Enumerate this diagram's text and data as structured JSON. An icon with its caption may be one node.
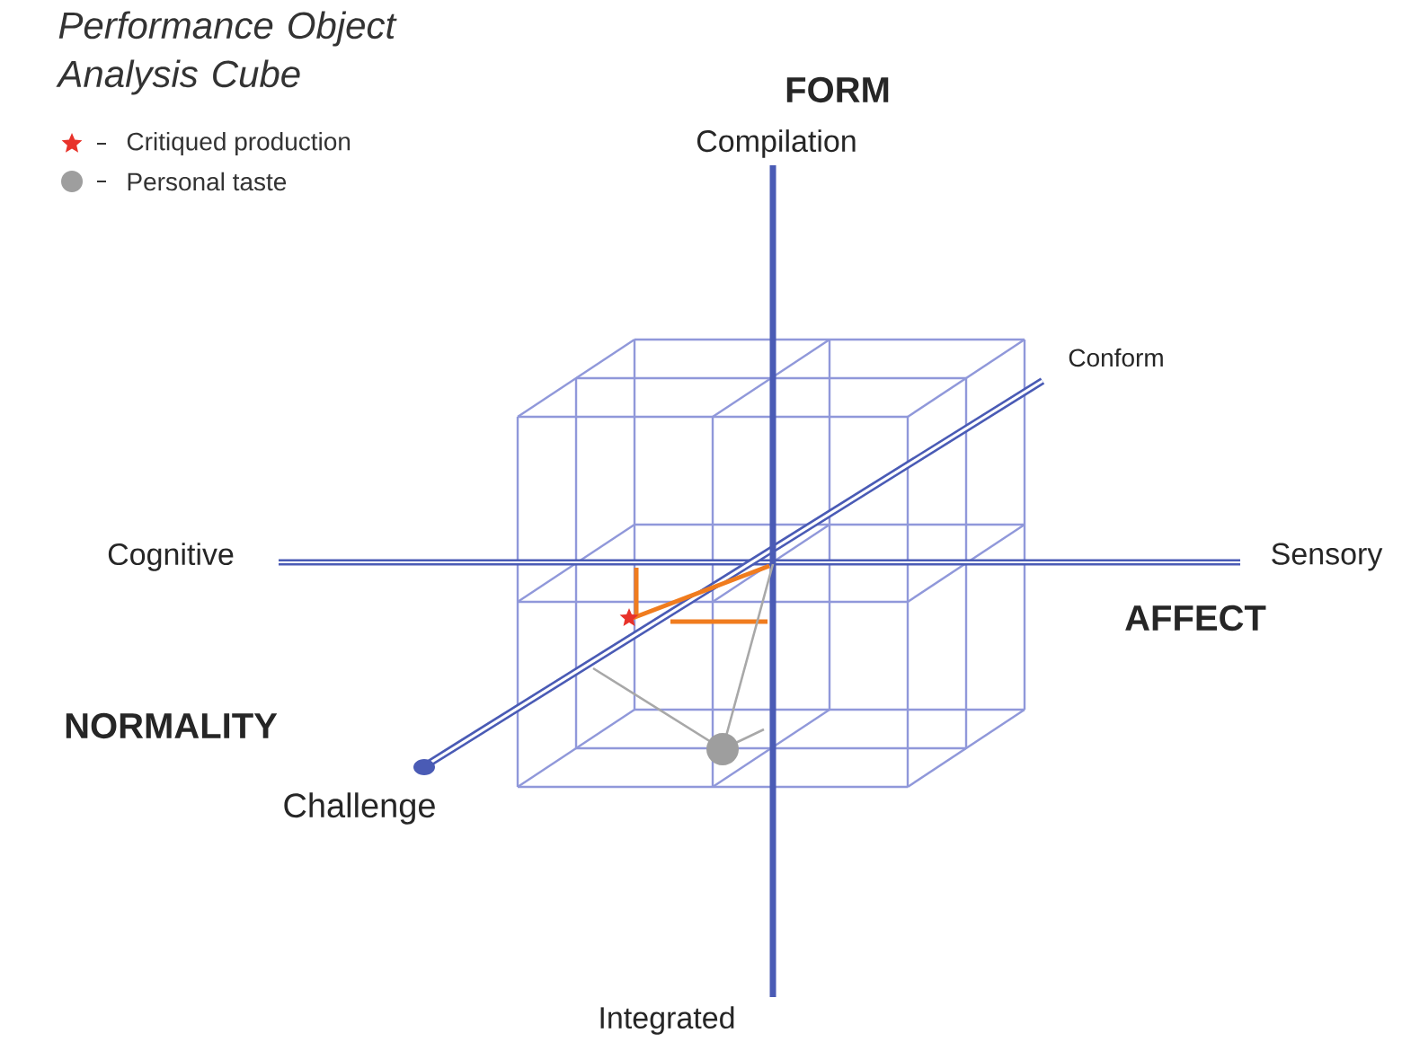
{
  "diagram": {
    "title": "Performance Object Analysis Cube",
    "labels": [
      "FORM",
      "Compilation",
      "Conform",
      "Cognitive",
      "Sensory",
      "AFFECT",
      "NORMALITY",
      "Challenge",
      "Integrated"
    ],
    "legend": [
      {
        "text": "Critiqued production",
        "color": "#e8322a"
      },
      {
        "text": "Personal taste",
        "color": "#9e9e9e"
      }
    ]
  }
}
